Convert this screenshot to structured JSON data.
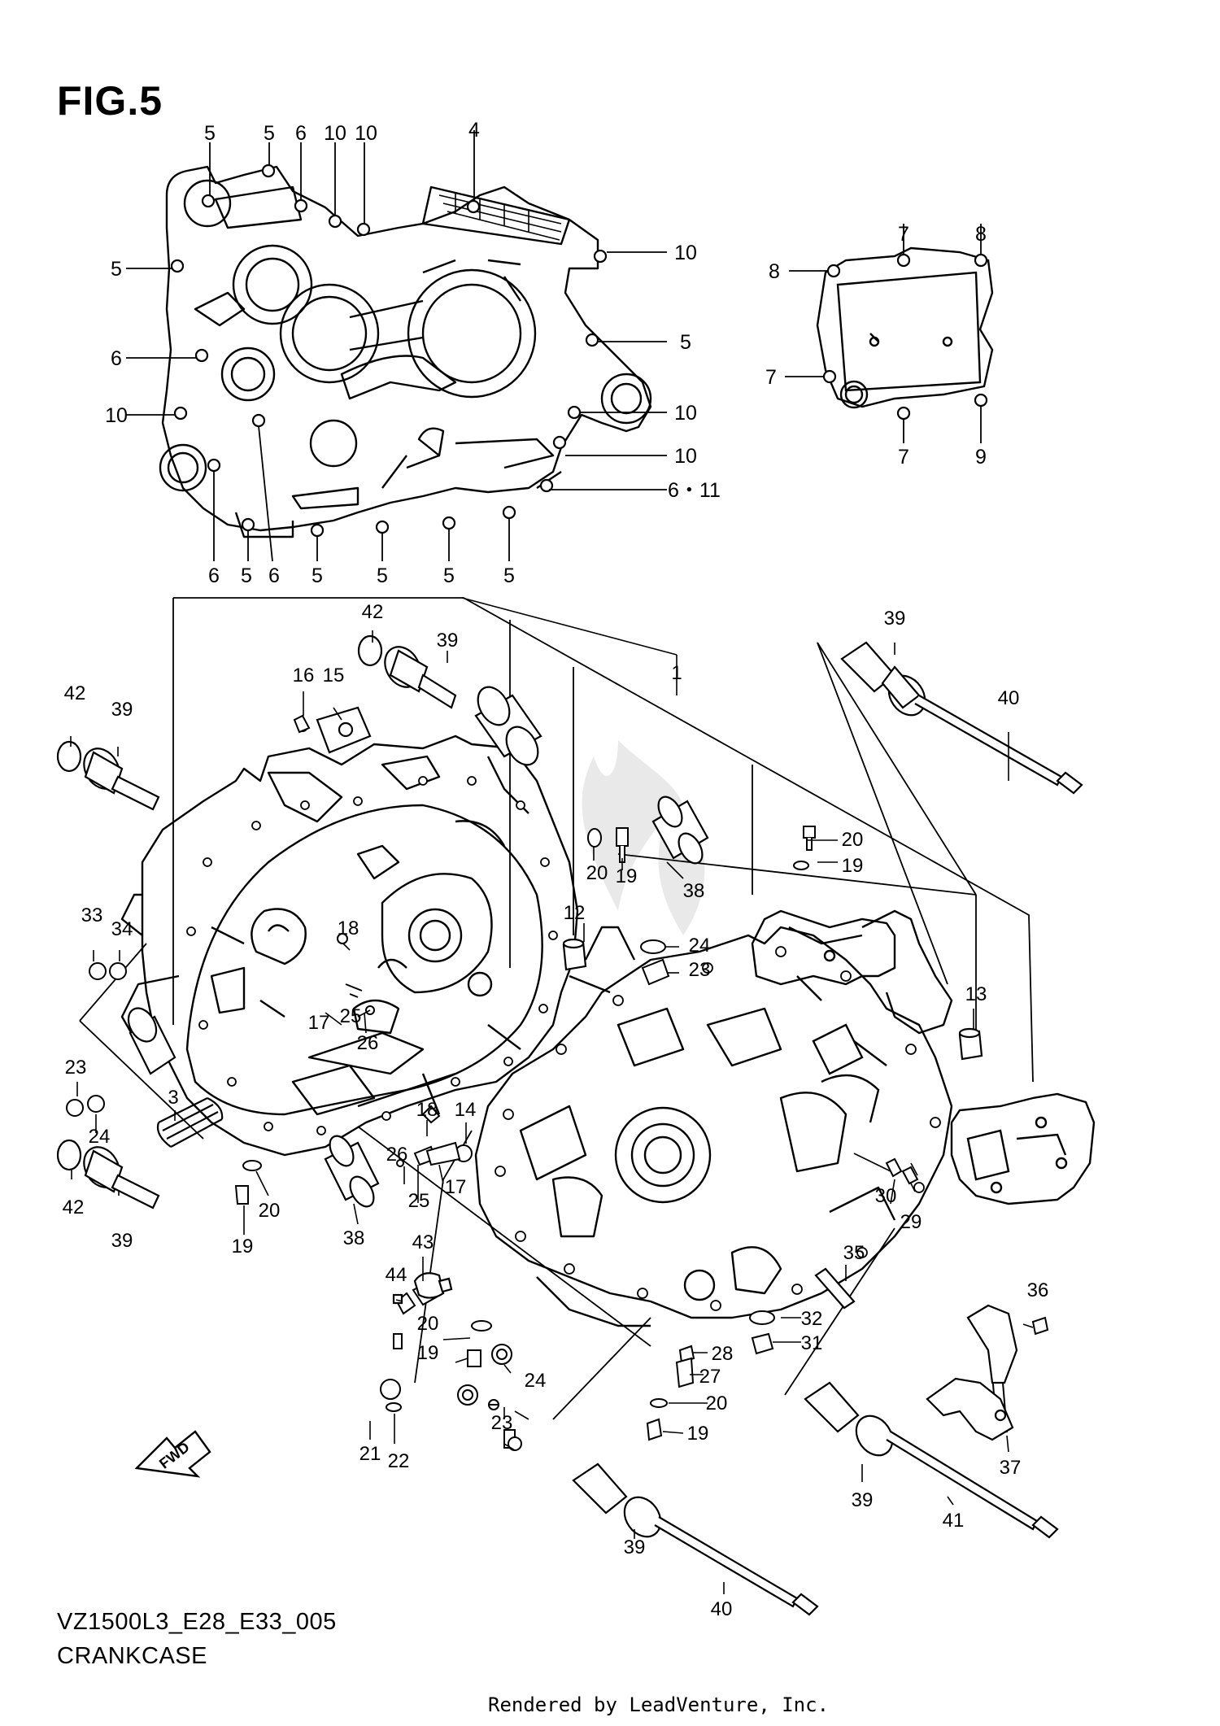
{
  "figure": {
    "title": "FIG.5",
    "code": "VZ1500L3_E28_E33_005",
    "name": "CRANKCASE",
    "credit": "Rendered by LeadVenture, Inc.",
    "fwd_label": "FWD"
  },
  "callouts": {
    "top_view_bolts": [
      "5",
      "5",
      "6",
      "10",
      "10",
      "4",
      "10",
      "5",
      "6",
      "5",
      "10",
      "10",
      "10",
      "6・11",
      "6",
      "5",
      "6",
      "5",
      "5",
      "5",
      "5"
    ],
    "cover_bolts": [
      "7",
      "8",
      "8",
      "7",
      "7",
      "9"
    ],
    "main": [
      "42",
      "39",
      "16",
      "15",
      "1",
      "42",
      "39",
      "39",
      "40",
      "20",
      "19",
      "19",
      "20",
      "38",
      "12",
      "24",
      "23",
      "33",
      "34",
      "18",
      "17",
      "25",
      "26",
      "13",
      "23",
      "24",
      "42",
      "39",
      "3",
      "20",
      "19",
      "18",
      "14",
      "26",
      "17",
      "25",
      "38",
      "43",
      "44",
      "30",
      "29",
      "20",
      "19",
      "24",
      "23",
      "35",
      "28",
      "27",
      "20",
      "19",
      "32",
      "31",
      "36",
      "21",
      "22",
      "37",
      "39",
      "41",
      "39",
      "40"
    ]
  },
  "colors": {
    "line": "#000000",
    "paper": "#ffffff",
    "watermark": "#e6e6e6"
  }
}
